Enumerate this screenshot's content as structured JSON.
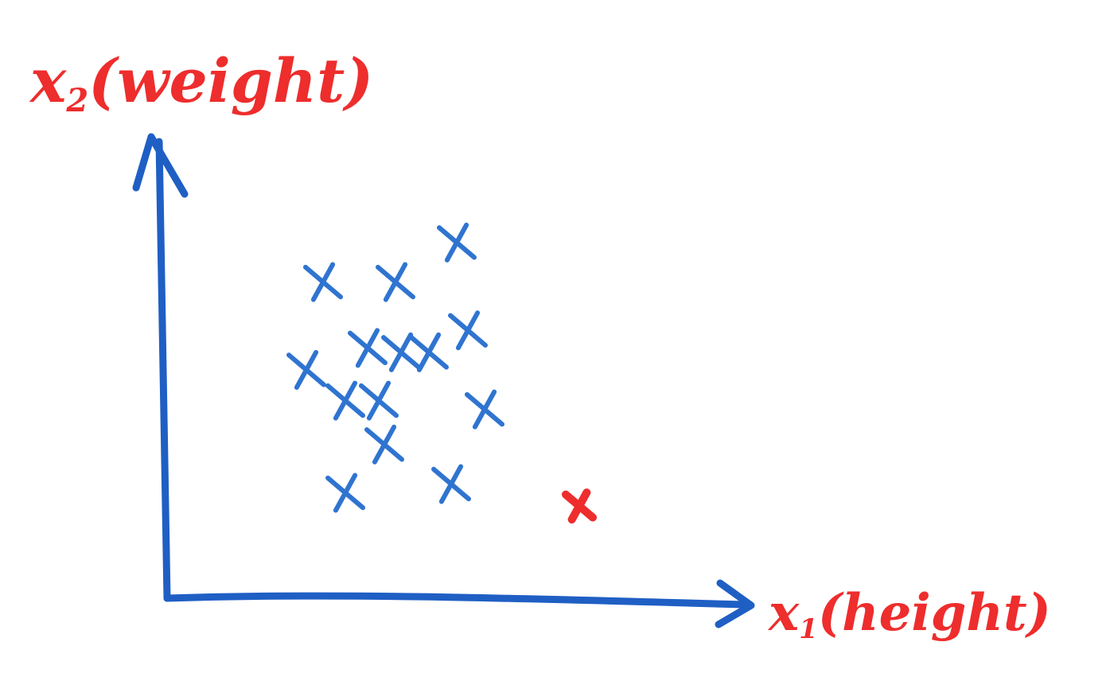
{
  "colors": {
    "background": "#ffffff",
    "axis": "#1f5fc4",
    "label": "#ee2d2d",
    "cluster_point": "#2f74d0",
    "outlier_point": "#ee2d2d"
  },
  "y_axis_label": {
    "var": "x",
    "sub": "2",
    "text": "(weight)"
  },
  "x_axis_label": {
    "var": "x",
    "sub": "1",
    "text": "(height)"
  },
  "chart_data": {
    "type": "scatter",
    "title": "",
    "xlabel": "x1(height)",
    "ylabel": "x2(weight)",
    "xlim": [
      0,
      100
    ],
    "ylim": [
      0,
      100
    ],
    "grid": false,
    "series": [
      {
        "color": "#2f74d0",
        "points": [
          {
            "x": 28,
            "y": 72
          },
          {
            "x": 41,
            "y": 72
          },
          {
            "x": 52,
            "y": 81
          },
          {
            "x": 25,
            "y": 52
          },
          {
            "x": 36,
            "y": 57
          },
          {
            "x": 42,
            "y": 56
          },
          {
            "x": 47,
            "y": 56
          },
          {
            "x": 54,
            "y": 61
          },
          {
            "x": 38,
            "y": 45
          },
          {
            "x": 32,
            "y": 45
          },
          {
            "x": 57,
            "y": 43
          },
          {
            "x": 39,
            "y": 35
          },
          {
            "x": 51,
            "y": 26
          },
          {
            "x": 32,
            "y": 24
          }
        ]
      },
      {
        "color": "#ee2d2d",
        "points": [
          {
            "x": 74,
            "y": 21
          }
        ]
      }
    ]
  }
}
